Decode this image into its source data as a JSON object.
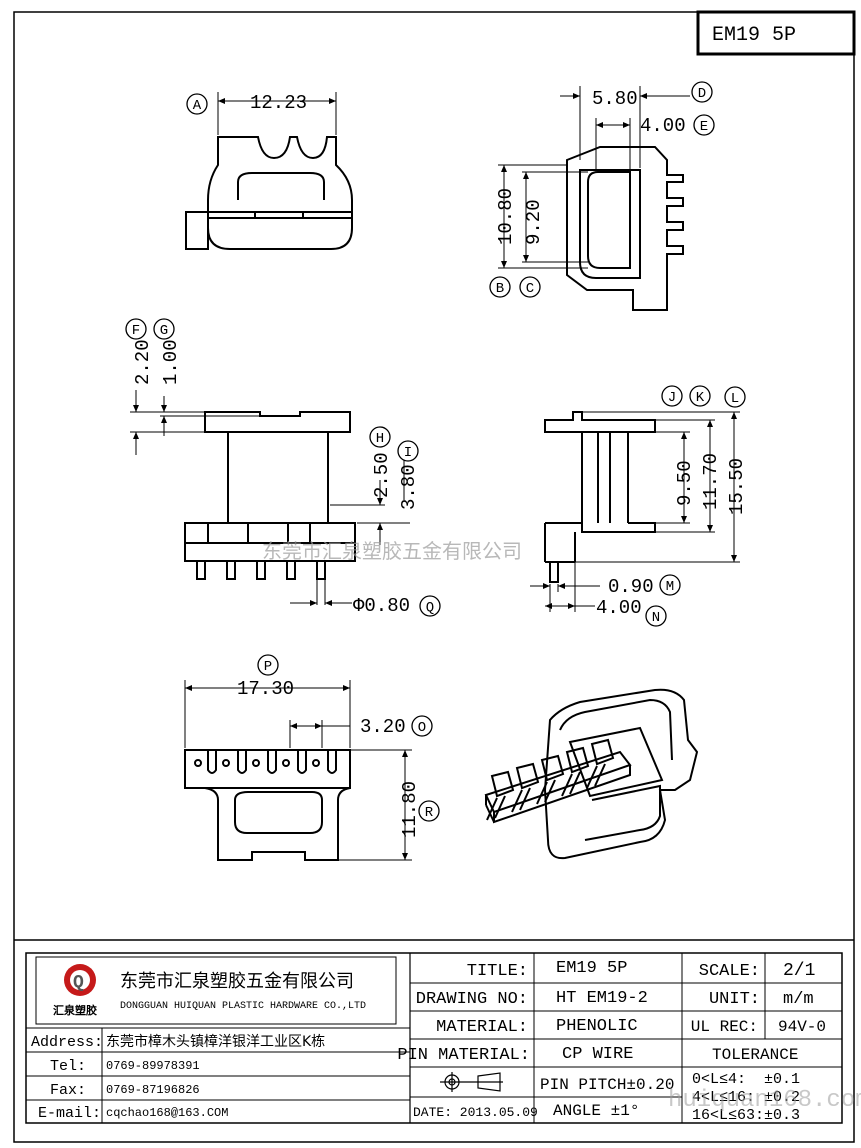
{
  "title_box": "EM19   5P",
  "watermark": "东莞市汇泉塑胶五金有限公司",
  "watermark_url": "huiquan168.com",
  "dims": {
    "A": "12.23",
    "D": "5.80",
    "E": "4.00",
    "B": "10.80",
    "C": "9.20",
    "F": "2.20",
    "G": "1.00",
    "H": "2.50",
    "I": "3.80",
    "Q": "Φ0.80",
    "J": "9.50",
    "K": "11.70",
    "L": "15.50",
    "M": "0.90",
    "N": "4.00",
    "P": "17.30",
    "O": "3.20",
    "R": "11.80"
  },
  "labels": [
    "A",
    "B",
    "C",
    "D",
    "E",
    "F",
    "G",
    "H",
    "I",
    "J",
    "K",
    "L",
    "M",
    "N",
    "O",
    "P",
    "Q",
    "R"
  ],
  "company": {
    "logo_letter": "Q",
    "logo_text": "汇泉塑胶",
    "name_cn": "东莞市汇泉塑胶五金有限公司",
    "name_en": "DONGGUAN HUIQUAN PLASTIC HARDWARE CO.,LTD"
  },
  "contact": {
    "address_label": "Address:",
    "address": "东莞市樟木头镇樟洋银洋工业区K栋",
    "tel_label": "Tel:",
    "tel": "0769-89978391",
    "fax_label": "Fax:",
    "fax": "0769-87196826",
    "email_label": "E-mail:",
    "email": "cqchao168@163.COM"
  },
  "info": {
    "title_label": "TITLE:",
    "title": "EM19  5P",
    "drawing_label": "DRAWING NO:",
    "drawing": "HT EM19-2",
    "material_label": "MATERIAL:",
    "material": "PHENOLIC",
    "pin_material_label": "PIN MATERIAL:",
    "pin_material": "CP WIRE",
    "date": "DATE: 2013.05.09",
    "pin_pitch": "PIN PITCH±0.20",
    "angle": "ANGLE   ±1°",
    "scale_label": "SCALE:",
    "scale": "2/1",
    "unit_label": "UNIT:",
    "unit": "m/m",
    "ul_label": "UL REC:",
    "ul": "94V-0",
    "tolerance_label": "TOLERANCE",
    "tol1": "0<L≤4:  ±0.1",
    "tol2": "4<L≤16: ±0.2",
    "tol3": "16<L≤63:±0.3"
  }
}
